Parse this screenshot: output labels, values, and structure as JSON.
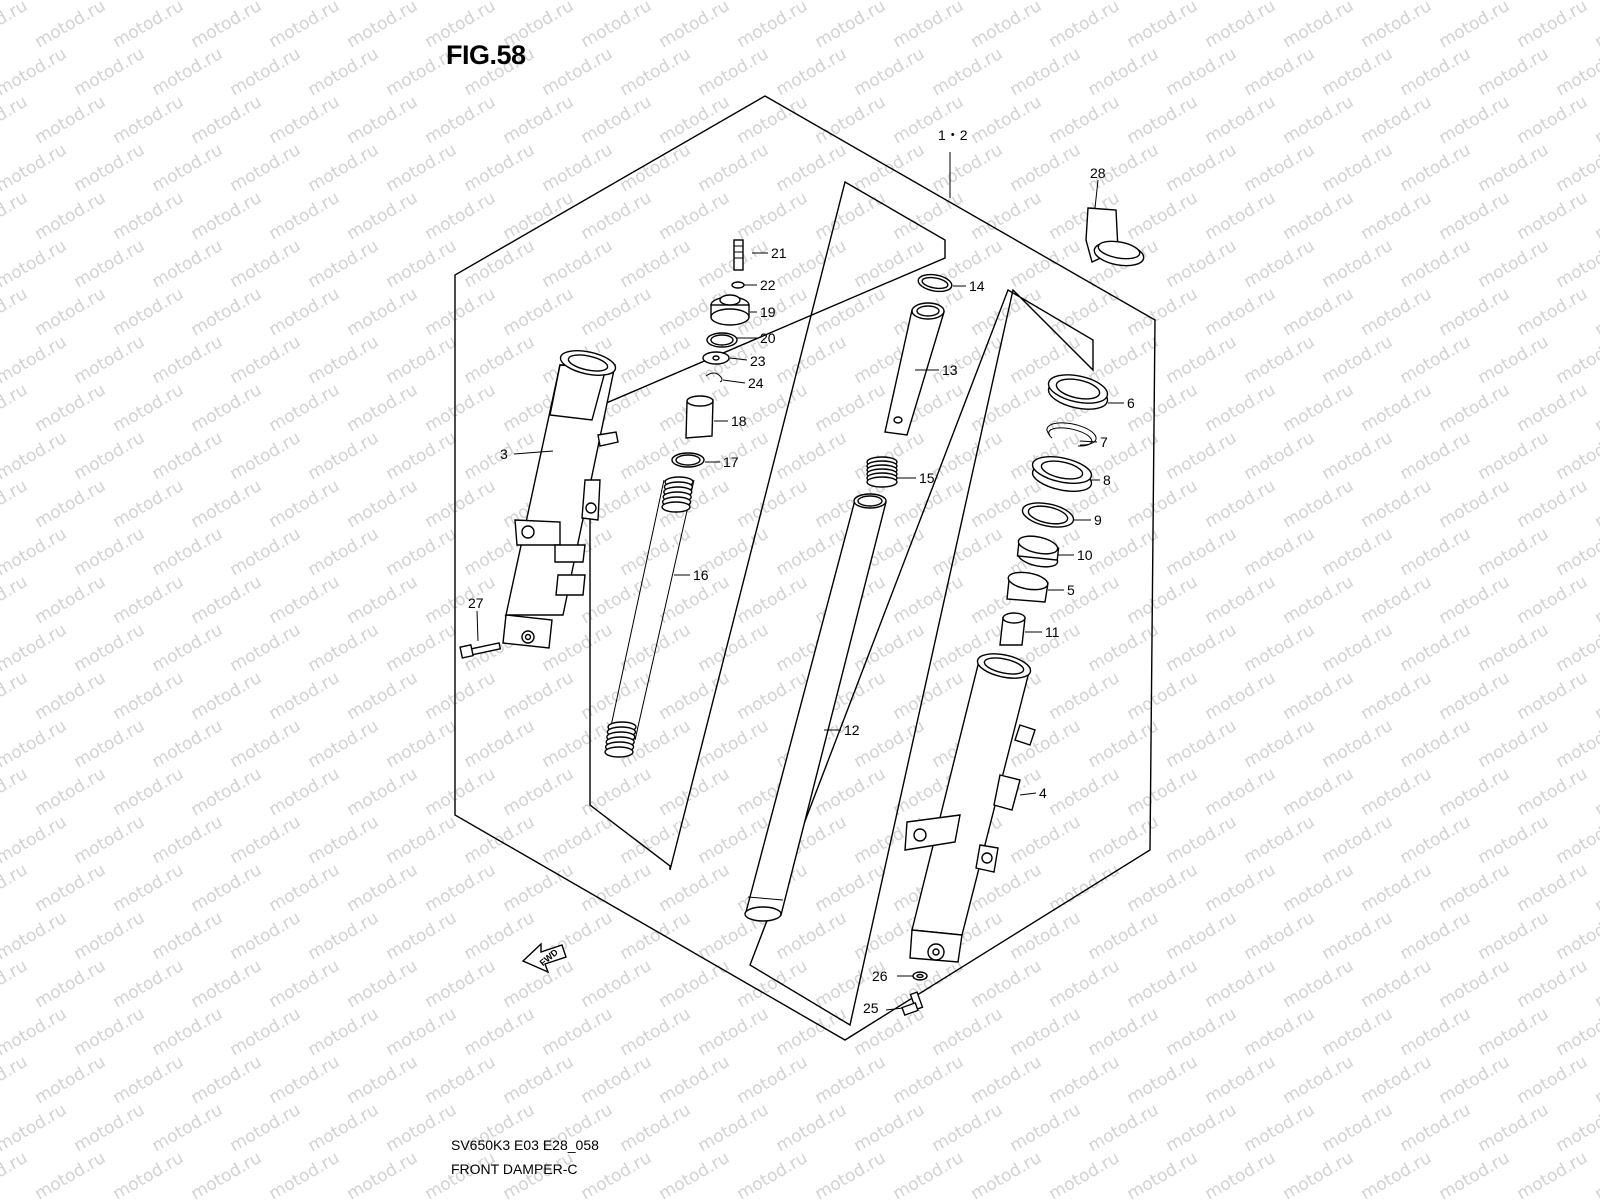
{
  "figure": {
    "title": "FIG.58",
    "model_code": "SV650K3 E03 E28_058",
    "name": "FRONT DAMPER-C",
    "watermark": "motod.ru",
    "fwd_label": "FWD"
  },
  "callouts": [
    {
      "id": "c1-2",
      "label": "1・2"
    },
    {
      "id": "c28",
      "label": "28"
    },
    {
      "id": "c21",
      "label": "21"
    },
    {
      "id": "c22",
      "label": "22"
    },
    {
      "id": "c19",
      "label": "19"
    },
    {
      "id": "c20",
      "label": "20"
    },
    {
      "id": "c23",
      "label": "23"
    },
    {
      "id": "c24",
      "label": "24"
    },
    {
      "id": "c18",
      "label": "18"
    },
    {
      "id": "c17",
      "label": "17"
    },
    {
      "id": "c16",
      "label": "16"
    },
    {
      "id": "c3",
      "label": "3"
    },
    {
      "id": "c27",
      "label": "27"
    },
    {
      "id": "c14",
      "label": "14"
    },
    {
      "id": "c13",
      "label": "13"
    },
    {
      "id": "c15",
      "label": "15"
    },
    {
      "id": "c12",
      "label": "12"
    },
    {
      "id": "c6",
      "label": "6"
    },
    {
      "id": "c7",
      "label": "7"
    },
    {
      "id": "c8",
      "label": "8"
    },
    {
      "id": "c9",
      "label": "9"
    },
    {
      "id": "c10",
      "label": "10"
    },
    {
      "id": "c5",
      "label": "5"
    },
    {
      "id": "c11",
      "label": "11"
    },
    {
      "id": "c4",
      "label": "4"
    },
    {
      "id": "c26",
      "label": "26"
    },
    {
      "id": "c25",
      "label": "25"
    }
  ]
}
